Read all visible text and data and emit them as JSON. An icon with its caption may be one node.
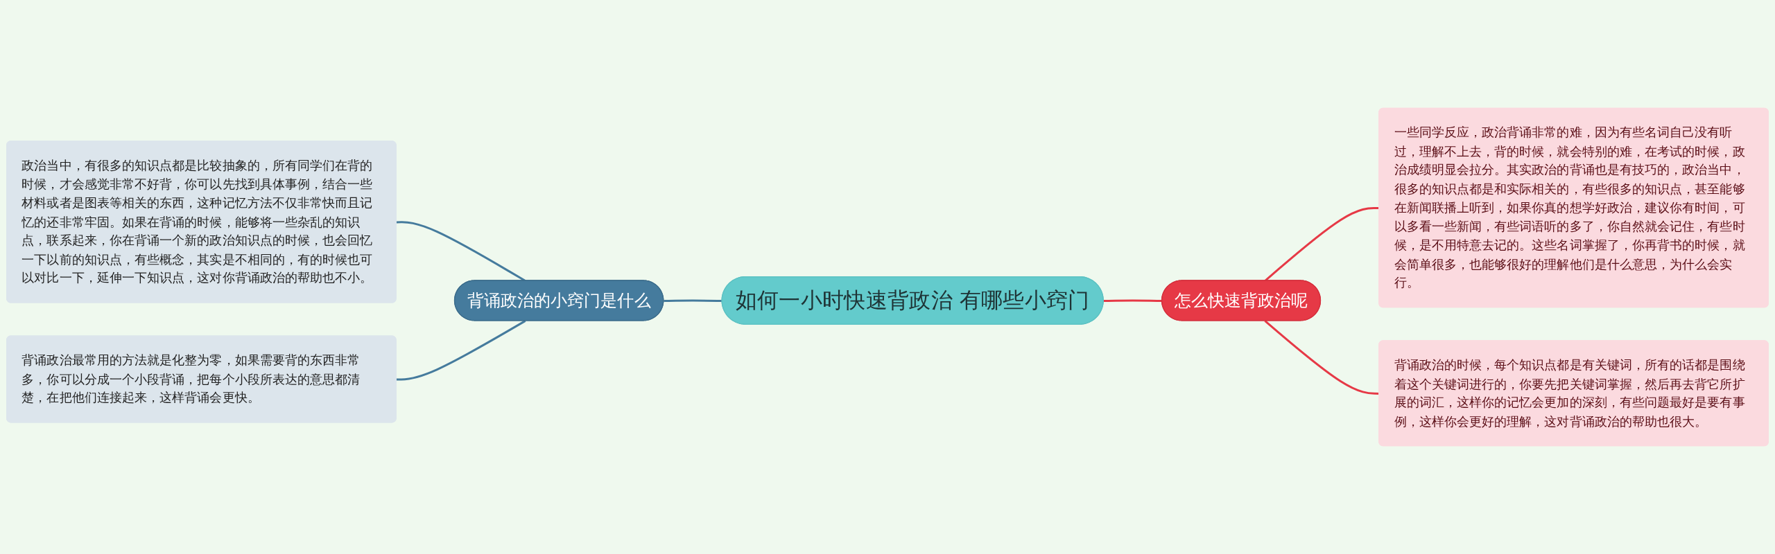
{
  "diagram": {
    "nodes": [
      {
        "text": [
          "如何一小时快速背政治 有哪些小窍门"
        ]
      },
      {
        "text": [
          "背诵政治的小窍门是什么"
        ]
      },
      {
        "text": [
          "政治当中，有很多的知识点都是比较抽象的，所有同学们在背的时候，才会感觉非常不好背，你可以先找到具体事例，结合一些材料或者是图表等相关的东西，这种记忆方法不仅非常快而且记忆的还非常牢固。如果在背诵的时候，能够将一些杂乱的知识点，联系起来，你在背诵一个新的政治知识点的时候，也会回忆一下以前的知识点，有些概念，其实是不相同的，有的时候也可以对比一下，延伸一下知识点，这对你背诵政治的帮助也不小。"
        ]
      },
      {
        "text": [
          "背诵政治最常用的方法就是化整为零，如果需要背的东西非常多，你可以分成一个小段背诵，把每个小段所表达的意思都清楚，在把他们连接起来，这样背诵会更快。"
        ]
      },
      {
        "text": [
          "怎么快速背政治呢"
        ]
      },
      {
        "text": [
          "一些同学反应，政治背诵非常的难，因为有些名词自己没有听过，理解不上去，背的时候，就会特别的难，在考试的时候，政治成绩明显会拉分。其实政治的背诵也是有技巧的，政治当中，很多的知识点都是和实际相关的，有些很多的知识点，甚至能够在新闻联播上听到，如果你真的想学好政治，建议你有时间，可以多看一些新闻，有些词语听的多了，你自然就会记住，有些时候，是不用特意去记的。这些名词掌握了，你再背书的时候，就会简单很多，也能够很好的理解他们是什么意思，为什么会实行。"
        ]
      },
      {
        "text": [
          "背诵政治的时候，每个知识点都是有关键词，所有的话都是围绕着这个关键词进行的，你要先把关键词掌握，然后再去背它所扩展的词汇，这样你的记忆会更加的深刻，有些问题最好是要有事例，这样你会更好的理解，这对背诵政治的帮助也很大。"
        ]
      }
    ],
    "edges": [
      {
        "from": 2,
        "to": 1,
        "arrow": "none",
        "color": "#457b9d"
      },
      {
        "from": 3,
        "to": 1,
        "arrow": "none",
        "color": "#457b9d"
      },
      {
        "from": 1,
        "to": 0,
        "arrow": "none",
        "color": "#457b9d"
      },
      {
        "from": 0,
        "to": 4,
        "arrow": "none",
        "color": "#e63946"
      },
      {
        "from": 4,
        "to": 5,
        "arrow": "none",
        "color": "#e63946"
      },
      {
        "from": 4,
        "to": 6,
        "arrow": "none",
        "color": "#e63946"
      }
    ]
  }
}
